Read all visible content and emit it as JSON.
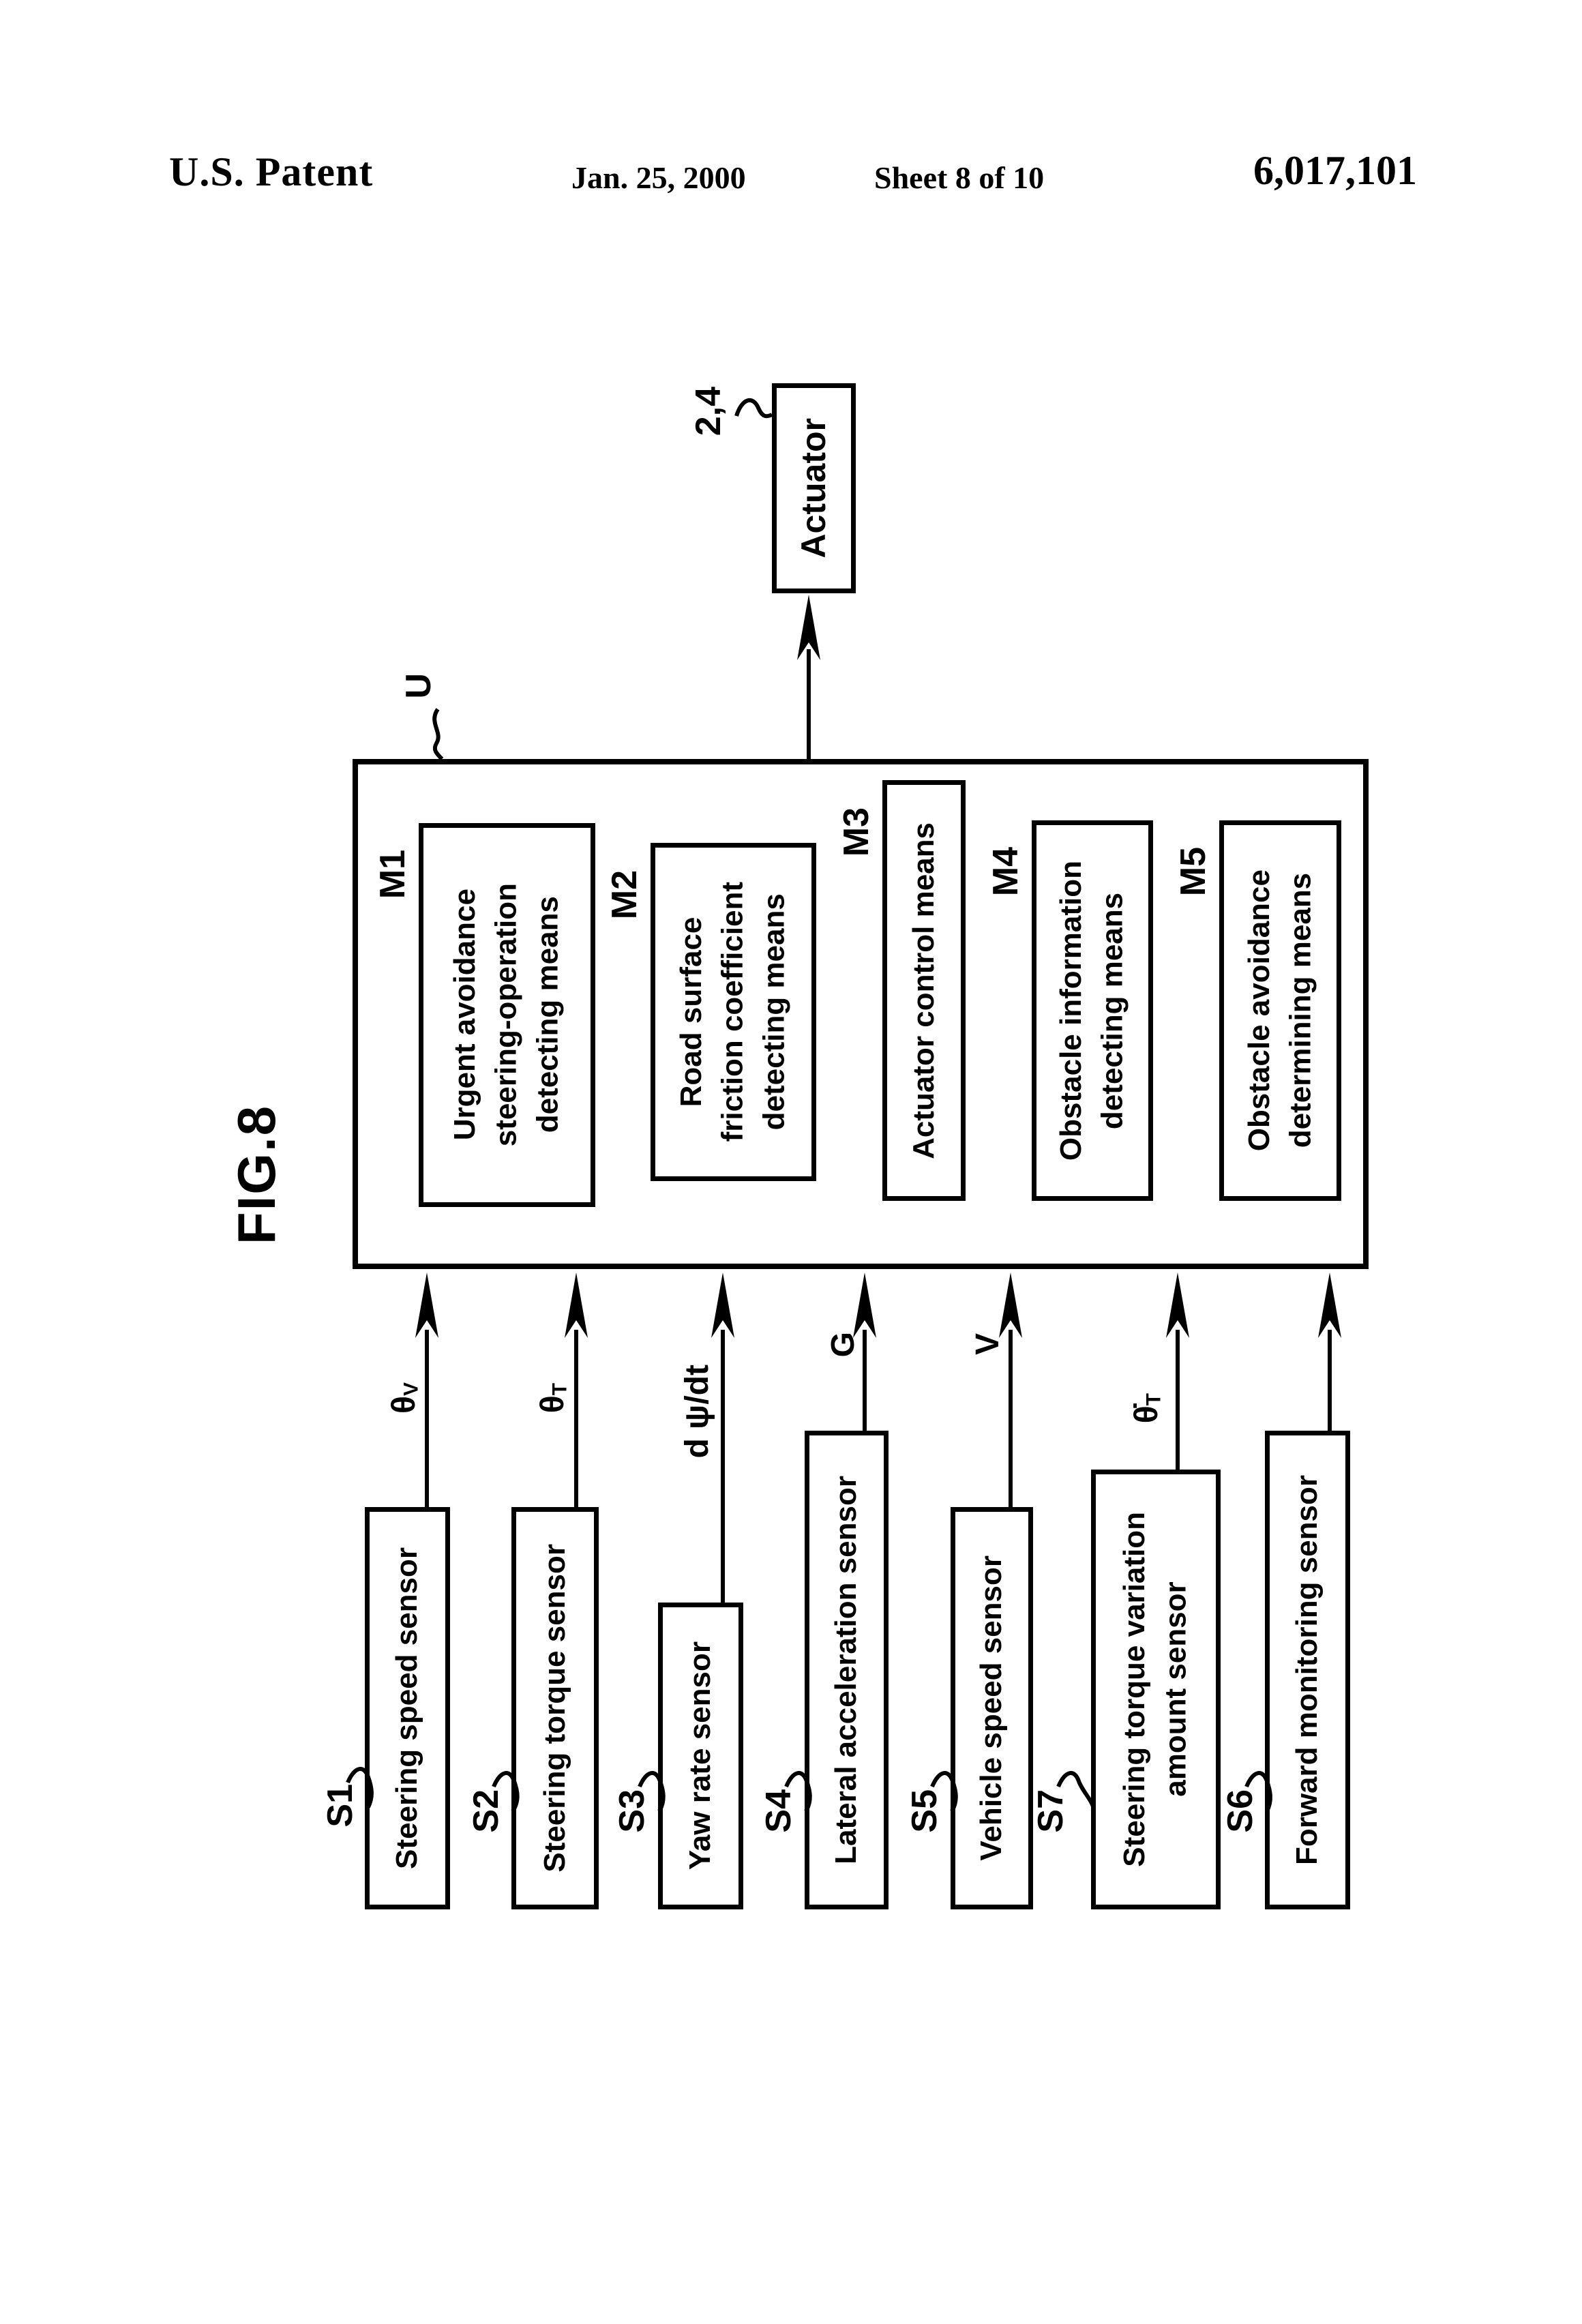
{
  "header": {
    "publication": "U.S. Patent",
    "date": "Jan. 25, 2000",
    "sheet": "Sheet 8 of 10",
    "patent_number": "6,017,101"
  },
  "figure_label": "FIG.8",
  "actuator": {
    "ref": "2,4",
    "label": "Actuator"
  },
  "control_unit": {
    "ref": "U",
    "modules": [
      {
        "ref": "M1",
        "lines": [
          "Urgent avoidance",
          "steering-operation",
          "detecting means"
        ]
      },
      {
        "ref": "M2",
        "lines": [
          "Road surface",
          "friction coefficient",
          "detecting means"
        ]
      },
      {
        "ref": "M3",
        "lines": [
          "Actuator control means"
        ]
      },
      {
        "ref": "M4",
        "lines": [
          "Obstacle information",
          "detecting means"
        ]
      },
      {
        "ref": "M5",
        "lines": [
          "Obstacle avoidance",
          "determining means"
        ]
      }
    ]
  },
  "sensors": [
    {
      "ref": "S1",
      "lines": [
        "Steering speed sensor"
      ],
      "signal": {
        "base": "θ",
        "sub": "V"
      }
    },
    {
      "ref": "S2",
      "lines": [
        "Steering torque sensor"
      ],
      "signal": {
        "base": "θ",
        "sub": "T"
      }
    },
    {
      "ref": "S3",
      "lines": [
        "Yaw rate sensor"
      ],
      "signal": {
        "base": "d ψ/dt",
        "sub": ""
      }
    },
    {
      "ref": "S4",
      "lines": [
        "Lateral acceleration sensor"
      ],
      "signal": {
        "base": "G",
        "sub": ""
      }
    },
    {
      "ref": "S5",
      "lines": [
        "Vehicle speed sensor"
      ],
      "signal": {
        "base": "V",
        "sub": ""
      }
    },
    {
      "ref": "S7",
      "lines": [
        "Steering torque variation",
        "amount sensor"
      ],
      "signal": {
        "base": "θ̇",
        "sub": "T"
      }
    },
    {
      "ref": "S6",
      "lines": [
        "Forward monitoring sensor"
      ],
      "signal": {
        "base": "",
        "sub": ""
      }
    }
  ],
  "colors": {
    "ink": "#000000",
    "paper": "#ffffff"
  }
}
